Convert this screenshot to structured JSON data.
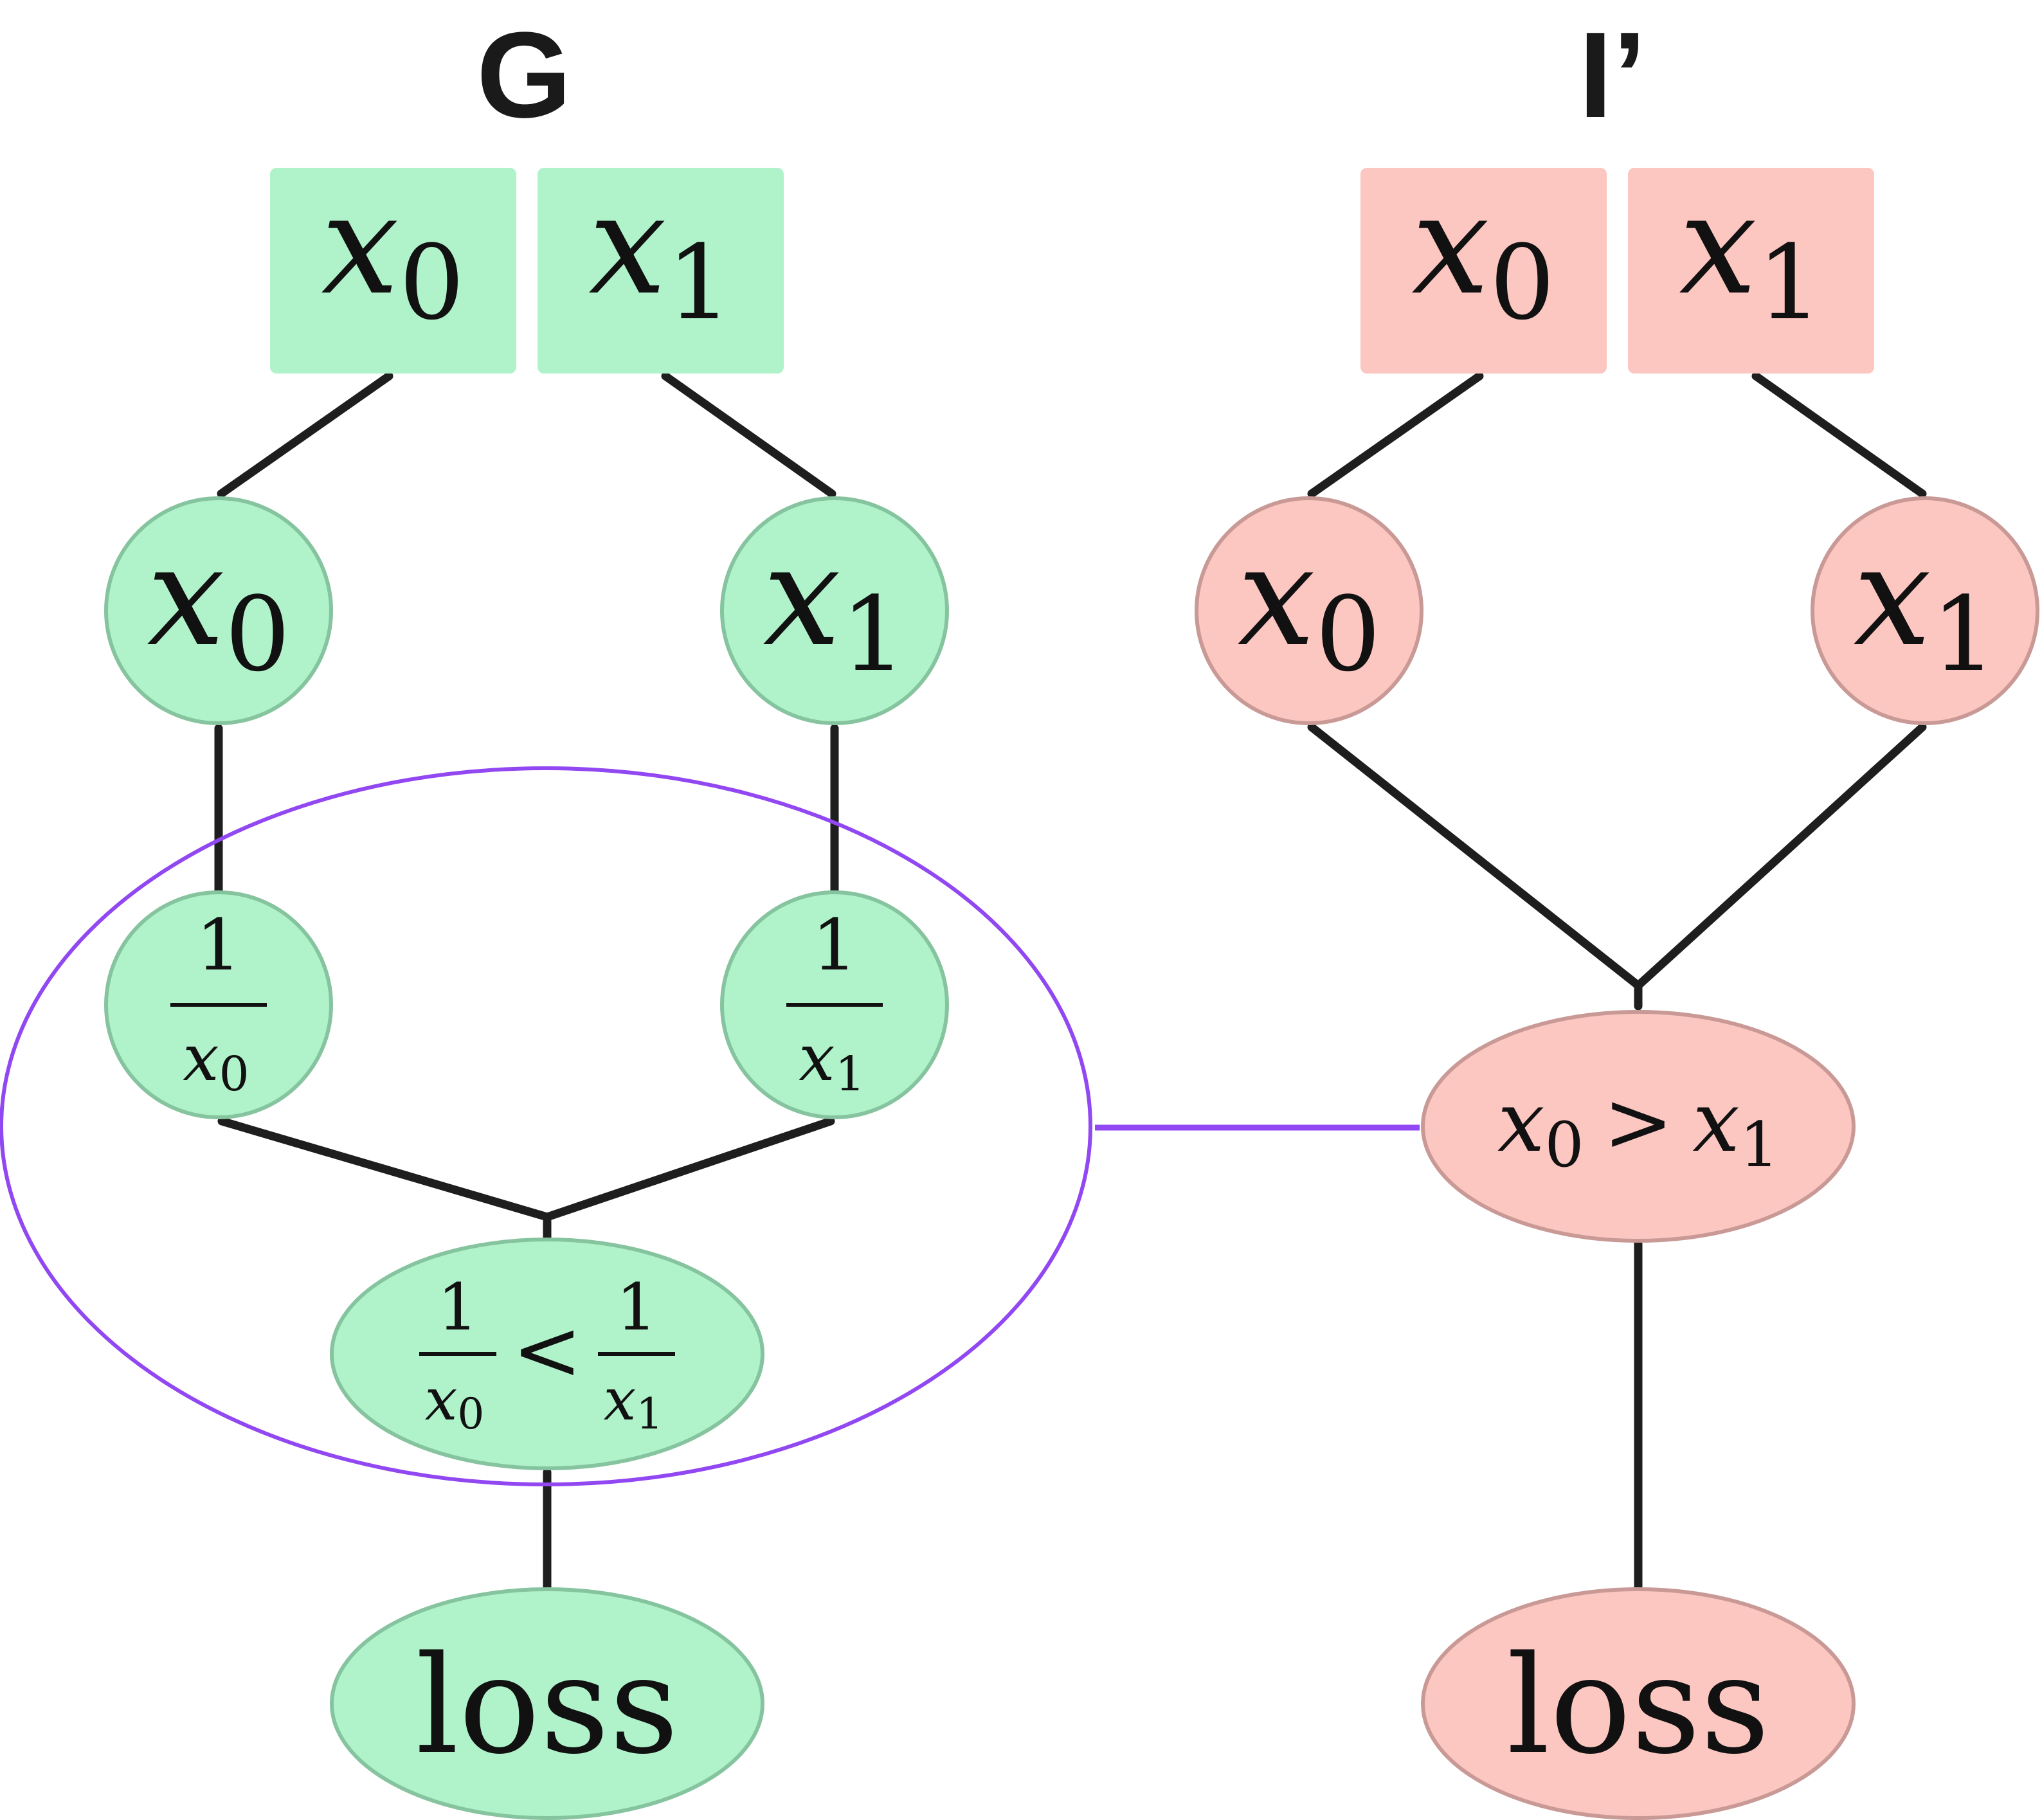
{
  "graphs": {
    "g": {
      "title": "G",
      "input_vars": [
        "x",
        "x"
      ],
      "input_subs": [
        "0",
        "1"
      ],
      "nodes": {
        "x0_var": "x",
        "x0_sub": "0",
        "x1_var": "x",
        "x1_sub": "1",
        "inv0_num": "1",
        "inv0_var": "x",
        "inv0_sub": "0",
        "inv1_num": "1",
        "inv1_var": "x",
        "inv1_sub": "1",
        "cmp_left_num": "1",
        "cmp_left_var": "x",
        "cmp_left_sub": "0",
        "cmp_op": "<",
        "cmp_right_num": "1",
        "cmp_right_var": "x",
        "cmp_right_sub": "1",
        "loss": "loss"
      }
    },
    "i": {
      "title": "I’",
      "input_vars": [
        "x",
        "x"
      ],
      "input_subs": [
        "0",
        "1"
      ],
      "nodes": {
        "x0_var": "x",
        "x0_sub": "0",
        "x1_var": "x",
        "x1_sub": "1",
        "cmp_left_var": "x",
        "cmp_left_sub": "0",
        "cmp_op": ">",
        "cmp_right_var": "x",
        "cmp_right_sub": "1",
        "loss": "loss"
      }
    }
  },
  "colors": {
    "g_fill": "#b0f3cb",
    "g_stroke": "#85c49e",
    "i_fill": "#fcc6c1",
    "i_stroke": "#c99996",
    "edge": "#1e1e1e",
    "highlight": "#9147f1"
  }
}
